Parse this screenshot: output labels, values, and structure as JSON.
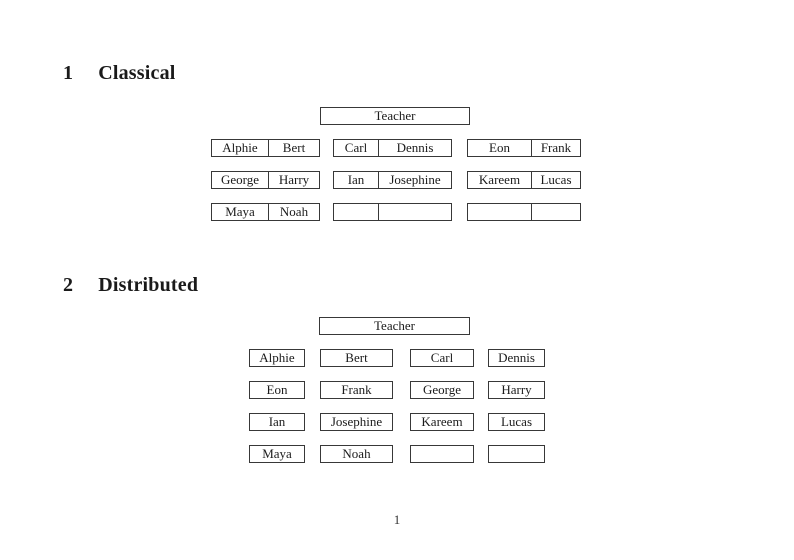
{
  "page_number": "1",
  "sections": [
    {
      "number": "1",
      "title": "Classical",
      "teacher_label": "Teacher",
      "rows": [
        [
          [
            "Alphie",
            "Bert"
          ],
          [
            "Carl",
            "Dennis"
          ],
          [
            "Eon",
            "Frank"
          ]
        ],
        [
          [
            "George",
            "Harry"
          ],
          [
            "Ian",
            "Josephine"
          ],
          [
            "Kareem",
            "Lucas"
          ]
        ],
        [
          [
            "Maya",
            "Noah"
          ],
          [
            "",
            ""
          ],
          [
            "",
            ""
          ]
        ]
      ]
    },
    {
      "number": "2",
      "title": "Distributed",
      "teacher_label": "Teacher",
      "rows": [
        [
          "Alphie",
          "Bert",
          "Carl",
          "Dennis"
        ],
        [
          "Eon",
          "Frank",
          "George",
          "Harry"
        ],
        [
          "Ian",
          "Josephine",
          "Kareem",
          "Lucas"
        ],
        [
          "Maya",
          "Noah",
          "",
          ""
        ]
      ]
    }
  ]
}
